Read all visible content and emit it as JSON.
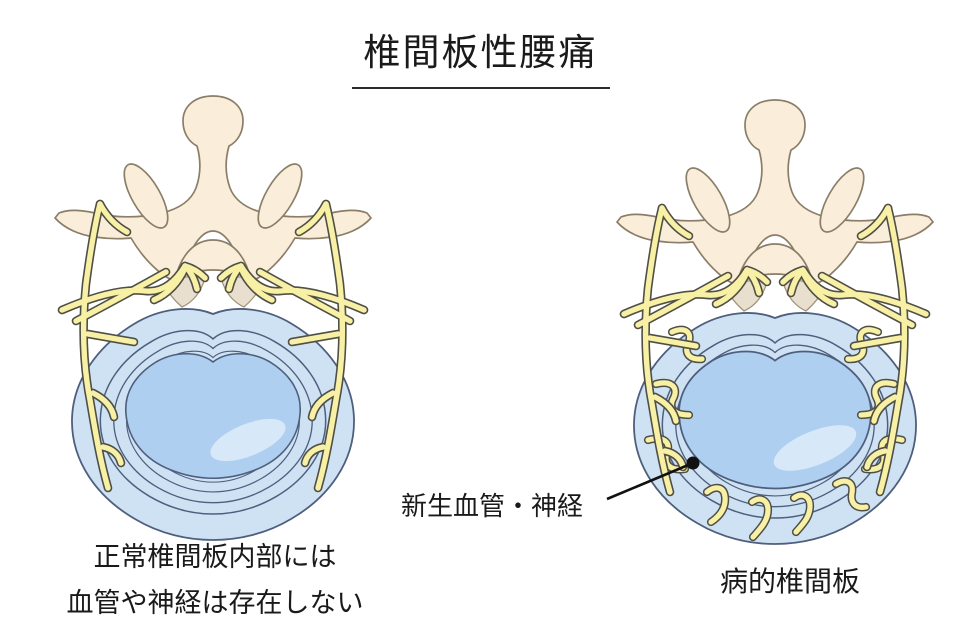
{
  "title": {
    "text": "椎間板性腰痛"
  },
  "normal_disc": {
    "illustration_name": "normal-intervertebral-disc-axial-view",
    "caption_line1": "正常椎間板内部には",
    "caption_line2": "血管や神経は存在しない"
  },
  "pathological_disc": {
    "illustration_name": "pathological-intervertebral-disc-axial-view",
    "caption": "病的椎間板",
    "callout_label": "新生血管・神経"
  },
  "colors": {
    "ink": "#1a1a1a",
    "bone": "#FAEEDA",
    "bone_outline": "#8A7E68",
    "tan": "#E9DFCE",
    "tan_outline": "#A39377",
    "nerve": "#F8F0A4",
    "nerve_outline": "#4F4F46",
    "disc_fill": "#CFE2F4",
    "ring_line": "#4E5F7D",
    "nucleus": "#AECFEF",
    "highlight": "#DCEAF9"
  }
}
